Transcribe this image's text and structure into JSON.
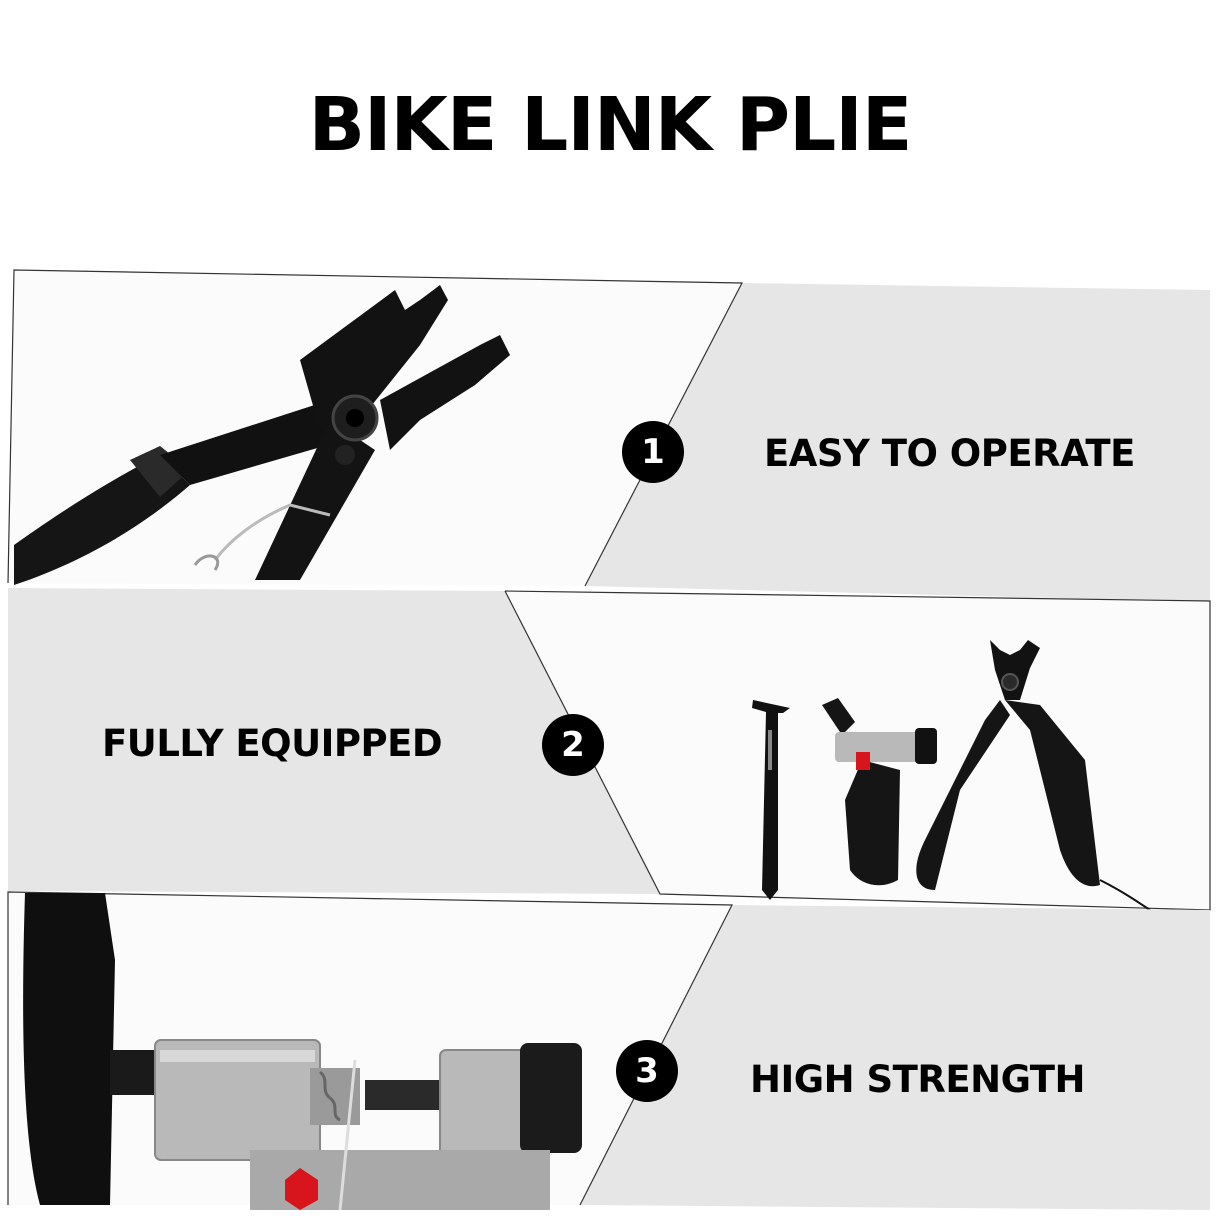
{
  "title": "BIKE LINK PLIE",
  "features": [
    {
      "number": "1",
      "label": "EASY TO OPERATE"
    },
    {
      "number": "2",
      "label": "FULLY EQUIPPED"
    },
    {
      "number": "3",
      "label": "HIGH STRENGTH"
    }
  ],
  "colors": {
    "panel_gray": "#e6e6e6",
    "tool_black": "#111111",
    "metal": "#b9b9b9",
    "red_accent": "#d8151c"
  }
}
